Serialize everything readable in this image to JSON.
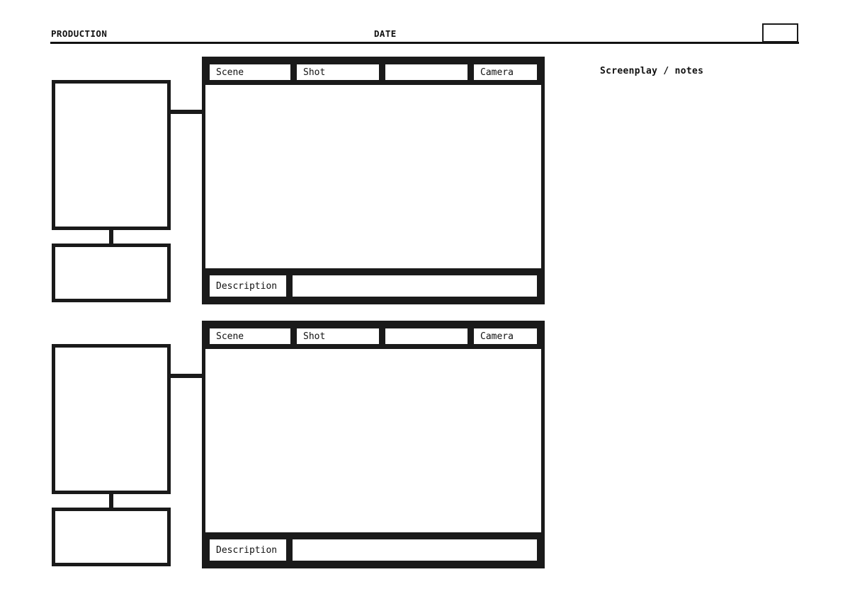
{
  "header": {
    "production_label": "PRODUCTION",
    "date_label": "DATE",
    "page_number": ""
  },
  "notes": {
    "heading": "Screenplay / notes",
    "body": ""
  },
  "labels": {
    "scene": "Scene",
    "shot": "Shot",
    "blank": "",
    "camera": "Camera",
    "description": "Description"
  },
  "panels": [
    {
      "id": "panel-1",
      "meta": {
        "scene_label": "Scene",
        "scene_value": "",
        "shot_label": "Shot",
        "shot_value": "",
        "blank_label": "",
        "blank_value": "",
        "camera_label": "Camera",
        "camera_value": ""
      },
      "canvas_value": "",
      "description_label": "Description",
      "description_value": "",
      "tall_box_value": "",
      "wide_box_value": ""
    },
    {
      "id": "panel-2",
      "meta": {
        "scene_label": "Scene",
        "scene_value": "",
        "shot_label": "Shot",
        "shot_value": "",
        "blank_label": "",
        "blank_value": "",
        "camera_label": "Camera",
        "camera_value": ""
      },
      "canvas_value": "",
      "description_label": "Description",
      "description_value": "",
      "tall_box_value": "",
      "wide_box_value": ""
    }
  ],
  "colors": {
    "ink": "#1a1a1a",
    "paper": "#ffffff"
  }
}
